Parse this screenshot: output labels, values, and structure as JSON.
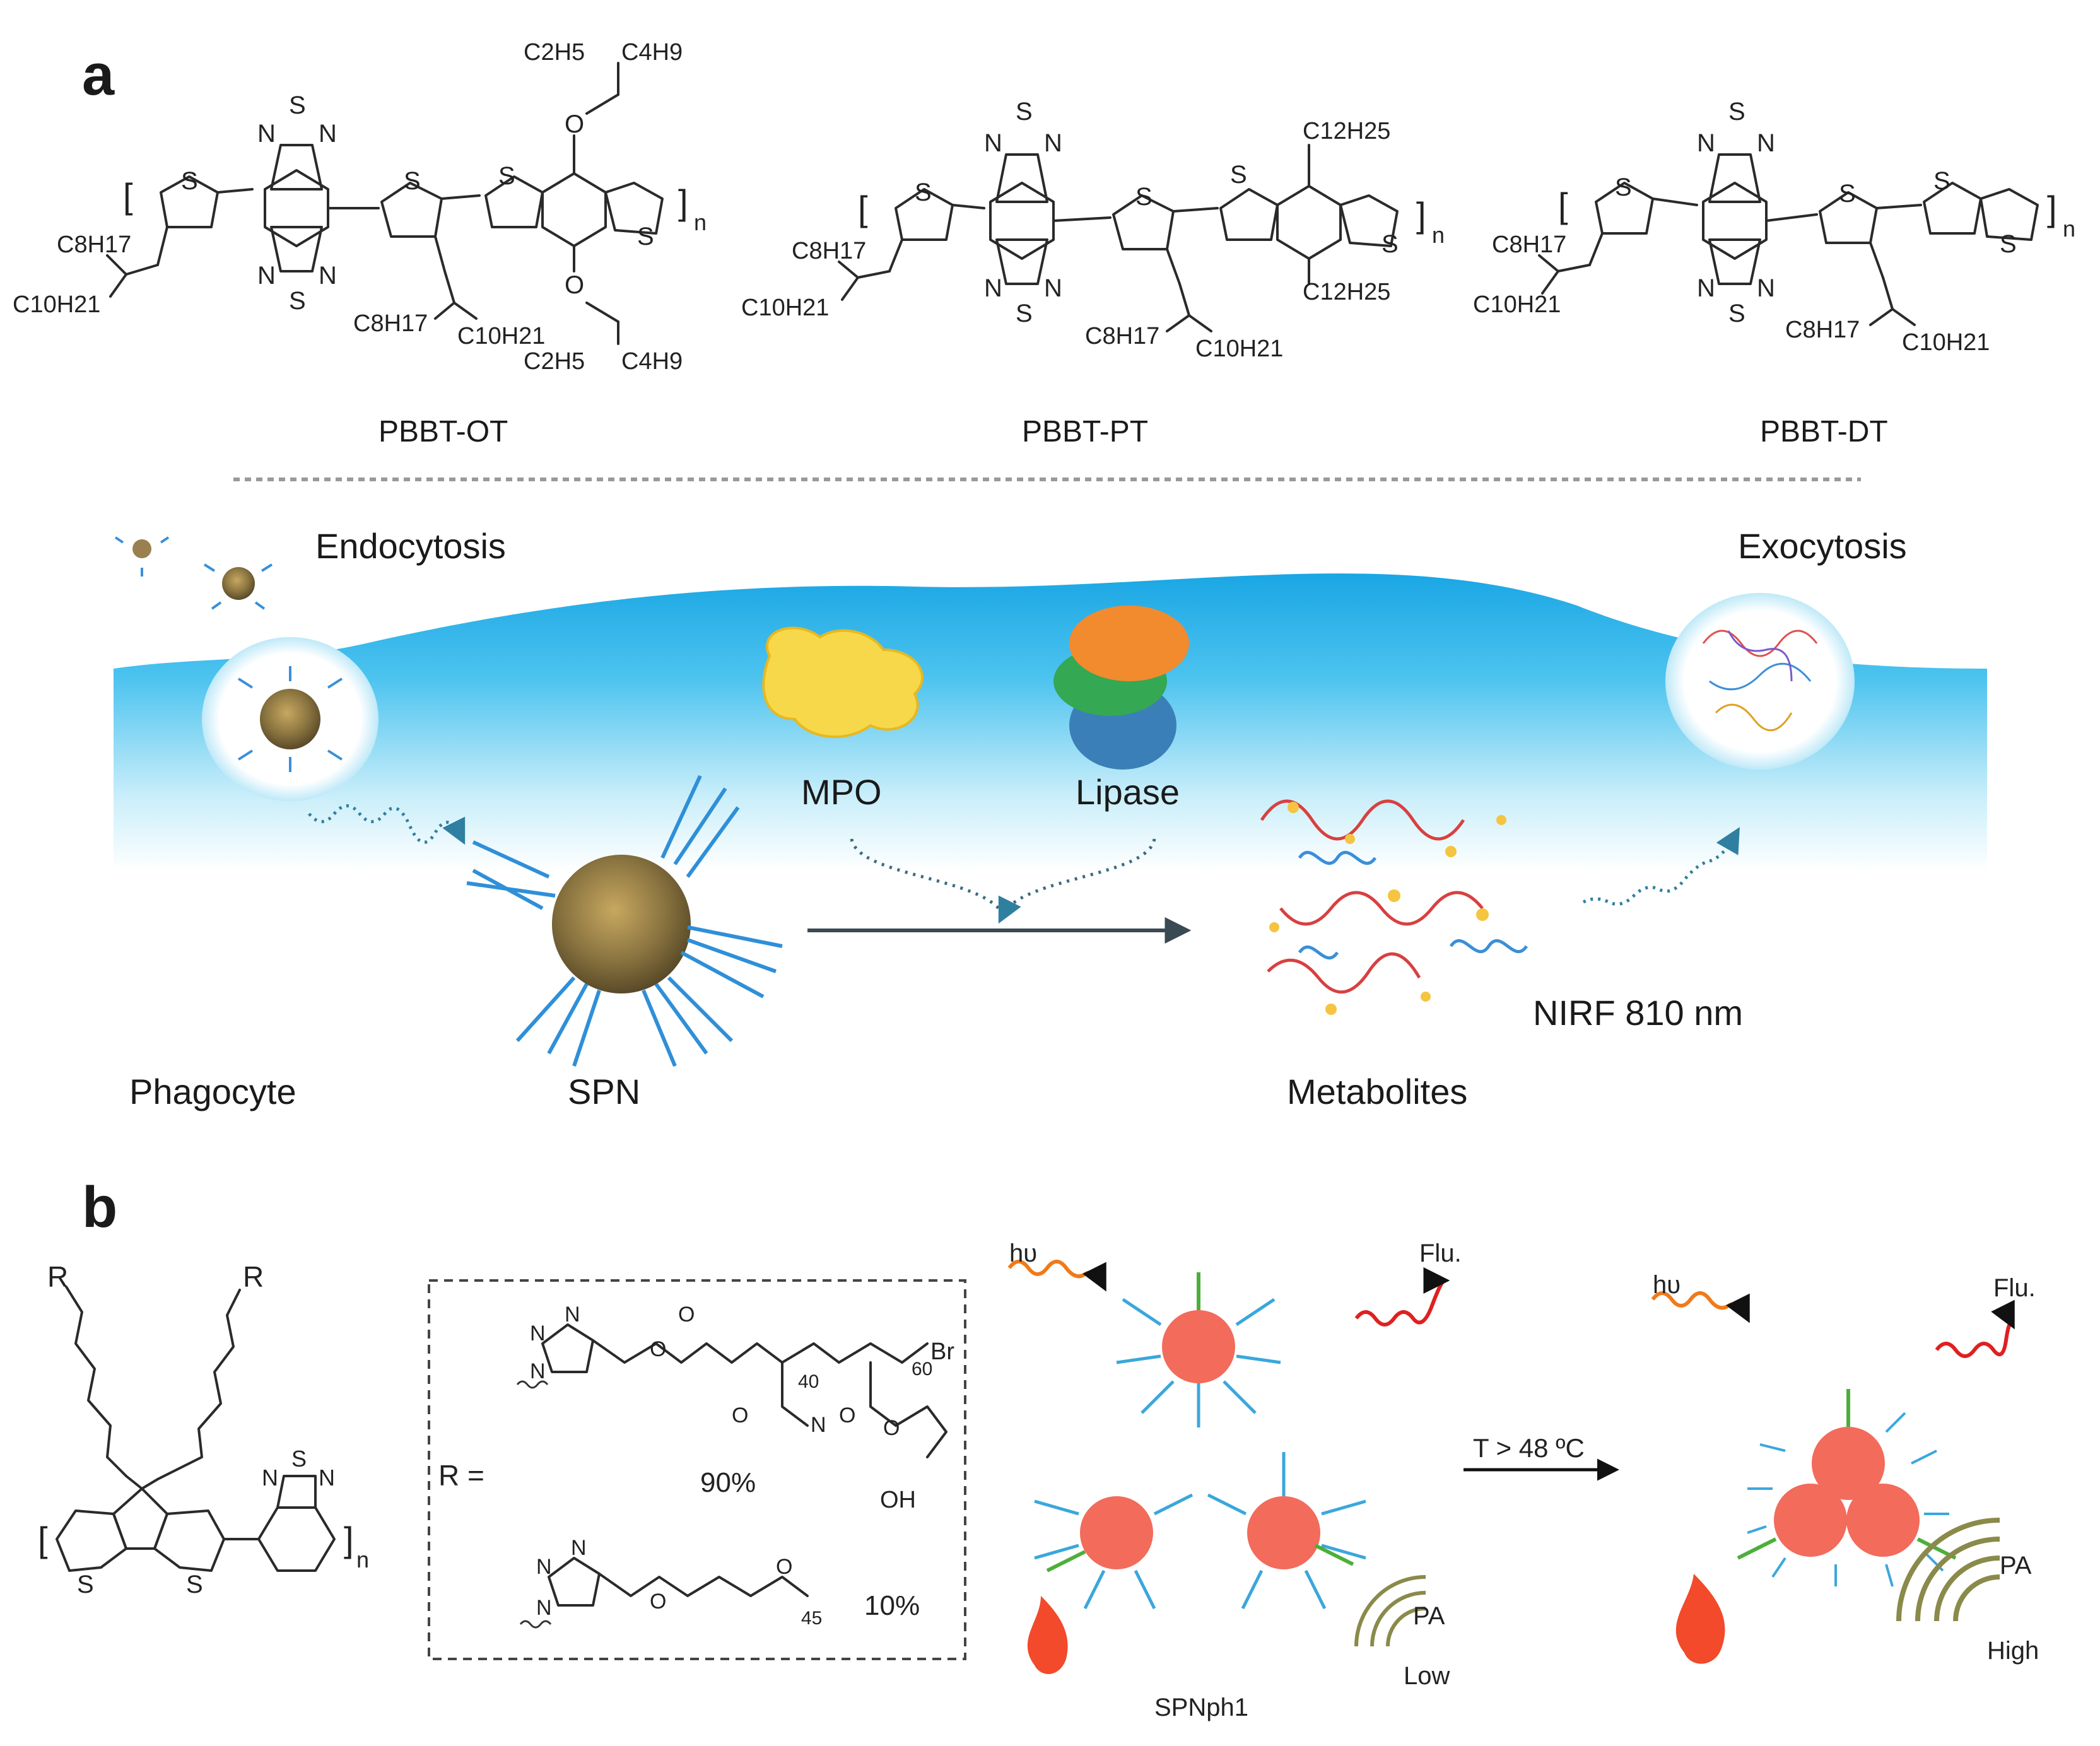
{
  "panel_a": {
    "label": "a",
    "polymers": [
      {
        "name": "PBBT-OT",
        "color": "#f2e06a",
        "edge": "#c9a81a",
        "side_top": "C2H5",
        "side_top2": "C4H9",
        "side_bot": "C2H5",
        "side_bot2": "C4H9"
      },
      {
        "name": "PBBT-PT",
        "color": "#f5a07c",
        "edge": "#d4552e",
        "sub_top": "C12H25",
        "sub_bot": "C12H25"
      },
      {
        "name": "PBBT-DT",
        "color": "#f08aa0",
        "edge": "#c94466"
      }
    ],
    "chain_labels": {
      "c8": "C8H17",
      "c10": "C10H21",
      "n": "n",
      "S": "S",
      "N": "N",
      "O": "O"
    },
    "labels": {
      "endocytosis": "Endocytosis",
      "exocytosis": "Exocytosis",
      "mpo": "MPO",
      "lipase": "Lipase",
      "nirf": "NIRF 810 nm",
      "phagocyte": "Phagocyte",
      "spn": "SPN",
      "metabolites": "Metabolites"
    },
    "colors": {
      "cell": "#3bb8ea",
      "cell_light": "#d8f2fb",
      "mpo": "#f7d84a",
      "lipase_orange": "#f28a2e",
      "lipase_green": "#34a853",
      "lipase_blue": "#3b7fb8"
    }
  },
  "panel_b": {
    "label": "b",
    "R": "R",
    "r_equals": "R =",
    "n": "n",
    "pct90": "90%",
    "pct10": "10%",
    "sub40": "40",
    "sub60": "60",
    "sub45": "45",
    "br": "Br",
    "oh": "OH",
    "hv": "hυ",
    "flu": "Flu.",
    "pa": "PA",
    "low": "Low",
    "high": "High",
    "spn_name": "SPNph1",
    "temp": "T > 48 ºC",
    "colors": {
      "particle": "#f26b5b",
      "coil": "#3aa7dc",
      "green": "#4caf3a",
      "flame": "#f24a2a",
      "hv": "#f07a1a",
      "flu": "#e02020",
      "pa": "#8a8a4a"
    }
  }
}
